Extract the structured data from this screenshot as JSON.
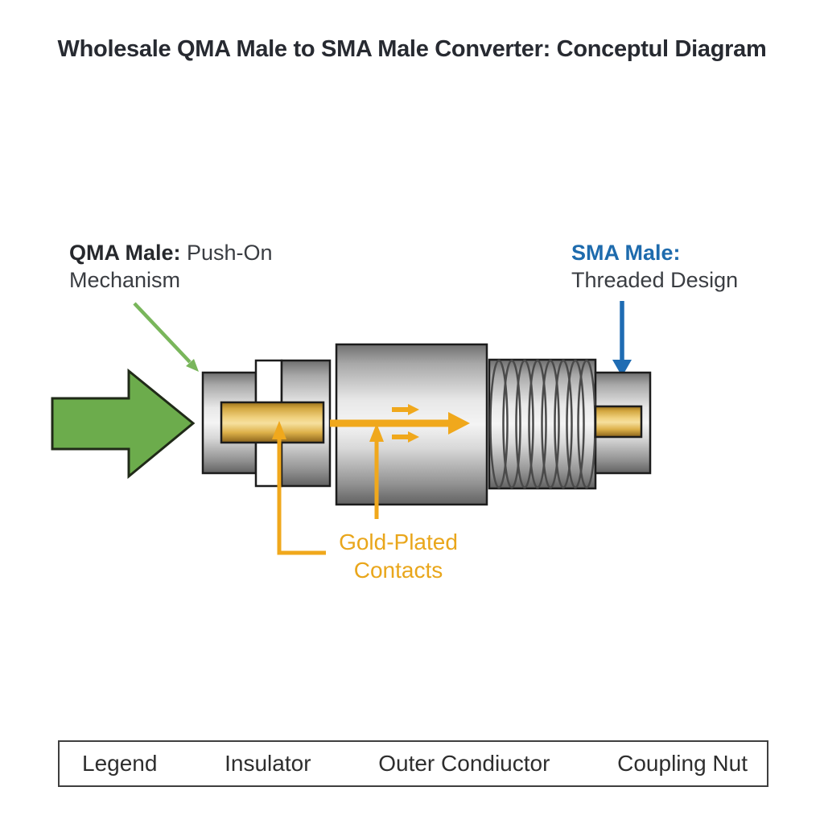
{
  "title": "Wholesale QMA Male to SMA Male Converter: Conceptul Diagram",
  "callouts": {
    "qma": {
      "strong": "QMA Male:",
      "rest": " Push-On Mechanism"
    },
    "sma": {
      "strong": "SMA Male:",
      "rest": " Threaded Design"
    },
    "contacts": "Gold-Plated Contacts"
  },
  "legend": {
    "items": [
      "Legend",
      "Insulator",
      "Outer Condiuctor",
      "Coupling Nut"
    ]
  },
  "colors": {
    "accent_green": "#6cac4c",
    "accent_green_light": "#79b65b",
    "accent_blue": "#1f6cb3",
    "accent_gold": "#f0a81c",
    "gold_text": "#e9a61b",
    "metal_light": "#f4f4f4",
    "metal_dark": "#616161",
    "outline": "#1c1c1c",
    "title_text": "#272a31",
    "body_text": "#3a3d42"
  },
  "icons": {
    "flow-arrow-icon": "▶",
    "qma-callout-arrow-icon": "↘",
    "sma-callout-arrow-icon": "↓",
    "signal-path-arrow-icon": "→",
    "contact-callout-arrow-icon": "↑"
  }
}
